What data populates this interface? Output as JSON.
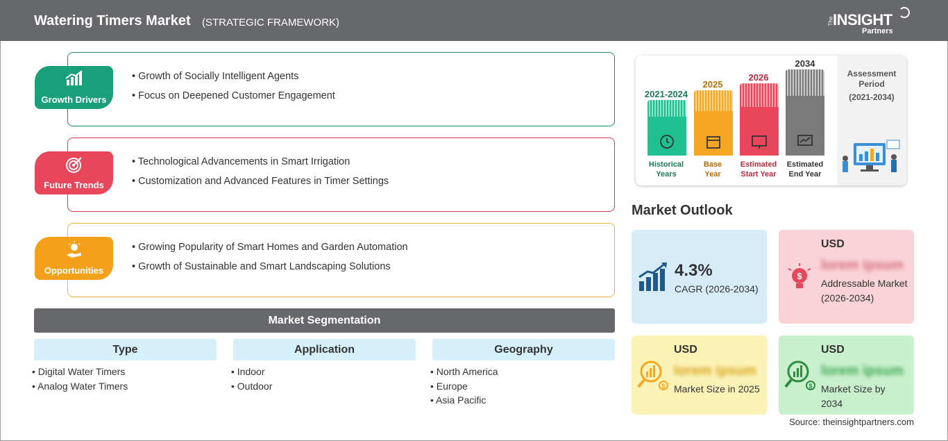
{
  "header": {
    "title": "Watering Timers Market",
    "subtitle": "(STRATEGIC FRAMEWORK)",
    "logo": {
      "the": "The",
      "insight": "INSIGHT",
      "partners": "Partners"
    }
  },
  "framework": [
    {
      "label": "Growth Drivers",
      "color": "#19a07a",
      "border": "#1e8a6a",
      "items": [
        "Growth of Socially Intelligent Agents",
        "Focus on Deepened Customer Engagement"
      ]
    },
    {
      "label": "Future Trends",
      "color": "#e8465a",
      "border": "#d23b4e",
      "items": [
        "Technological Advancements in Smart Irrigation",
        "Customization and Advanced Features in Timer Settings"
      ]
    },
    {
      "label": "Opportunities",
      "color": "#f5a01a",
      "border": "#f0b43c",
      "items": [
        "Growing Popularity of Smart Homes and Garden Automation",
        "Growth of Sustainable and Smart Landscaping Solutions"
      ]
    }
  ],
  "segmentation": {
    "title": "Market Segmentation",
    "columns": [
      {
        "head": "Type",
        "items": [
          "Digital Water Timers",
          "Analog Water Timers"
        ]
      },
      {
        "head": "Application",
        "items": [
          "Indoor",
          "Outdoor"
        ]
      },
      {
        "head": "Geography",
        "items": [
          "North America",
          "Europe",
          "Asia Pacific"
        ]
      }
    ]
  },
  "timeline": {
    "bars": [
      {
        "year": "2021-2024",
        "label1": "Historical",
        "label2": "Years",
        "color": "#1fbf8f",
        "year_color": "#1e7a5c"
      },
      {
        "year": "2025",
        "label1": "Base",
        "label2": "Year",
        "color": "#f5a623",
        "year_color": "#b86b00"
      },
      {
        "year": "2026",
        "label1": "Estimated",
        "label2": "Start Year",
        "color": "#e8465a",
        "year_color": "#c0283c"
      },
      {
        "year": "2034",
        "label1": "Estimated",
        "label2": "End Year",
        "color": "#7a7a7a",
        "year_color": "#333333"
      }
    ],
    "assessment": {
      "line1": "Assessment",
      "line2": "Period",
      "line3": "(2021-2034)"
    }
  },
  "outlook": {
    "title": "Market Outlook",
    "cagr": {
      "value": "4.3%",
      "label": "CAGR (2026-2034)",
      "bg": "#d6ecf8"
    },
    "addressable": {
      "currency": "USD",
      "blurred": "lorem ipsum",
      "desc": "Addressable Market (2026-2034)",
      "bg": "#f9d3d8"
    },
    "size2025": {
      "currency": "USD",
      "blurred": "lorem ipsum",
      "desc": "Market Size in 2025",
      "bg": "#fbf3b6"
    },
    "size2034": {
      "currency": "USD",
      "blurred": "lorem ipsum",
      "desc": "Market Size by 2034",
      "bg": "#c8f0cc"
    }
  },
  "source": "Source: theinsightpartners.com"
}
